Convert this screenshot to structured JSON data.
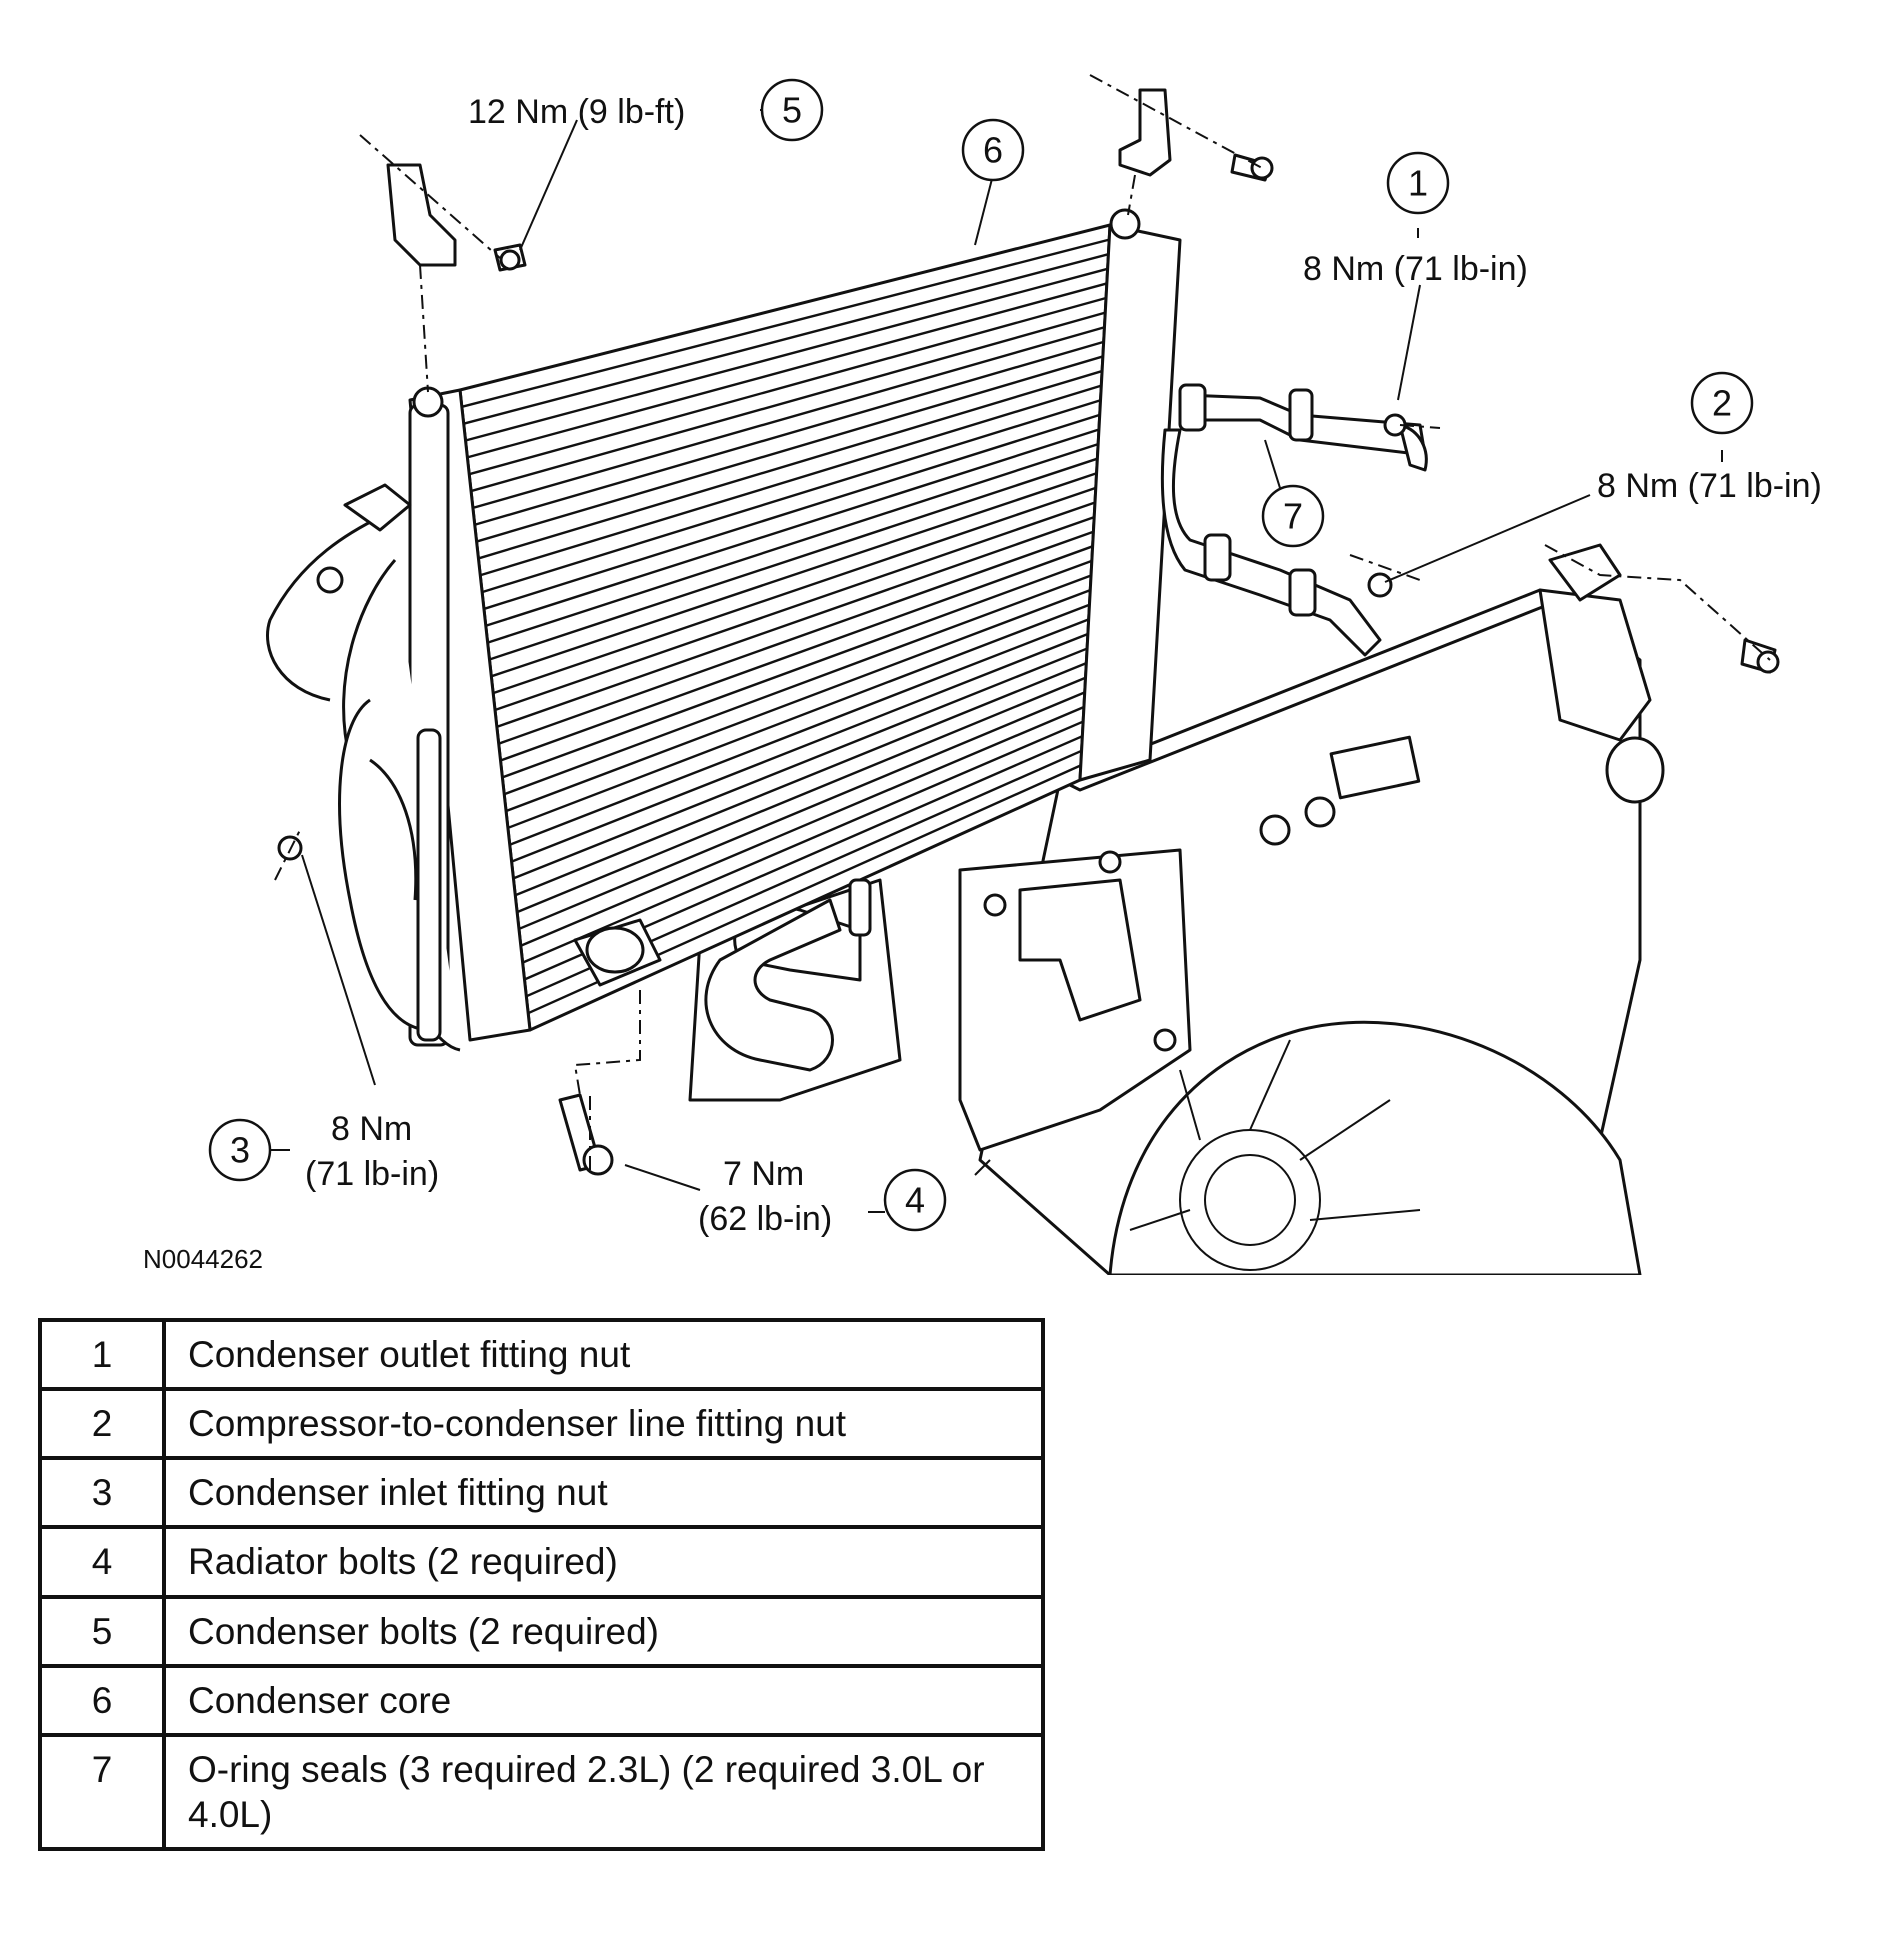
{
  "figure": {
    "id": "N0044262",
    "callouts": [
      {
        "num": "1",
        "torque": "8 Nm (71 lb-in)"
      },
      {
        "num": "2",
        "torque": "8 Nm (71 lb-in)"
      },
      {
        "num": "3",
        "torque_line1": "8 Nm",
        "torque_line2": "(71 lb-in)"
      },
      {
        "num": "4",
        "torque_line1": "7 Nm",
        "torque_line2": "(62 lb-in)"
      },
      {
        "num": "5",
        "torque": "12 Nm (9 lb-ft)"
      },
      {
        "num": "6"
      },
      {
        "num": "7"
      }
    ]
  },
  "legend": [
    {
      "num": "1",
      "text": "Condenser outlet fitting nut"
    },
    {
      "num": "2",
      "text": "Compressor-to-condenser line fitting nut"
    },
    {
      "num": "3",
      "text": "Condenser inlet fitting nut"
    },
    {
      "num": "4",
      "text": "Radiator bolts (2 required)"
    },
    {
      "num": "5",
      "text": "Condenser bolts (2 required)"
    },
    {
      "num": "6",
      "text": "Condenser core"
    },
    {
      "num": "7",
      "text": "O-ring seals (3 required 2.3L) (2 required 3.0L or 4.0L)"
    }
  ]
}
